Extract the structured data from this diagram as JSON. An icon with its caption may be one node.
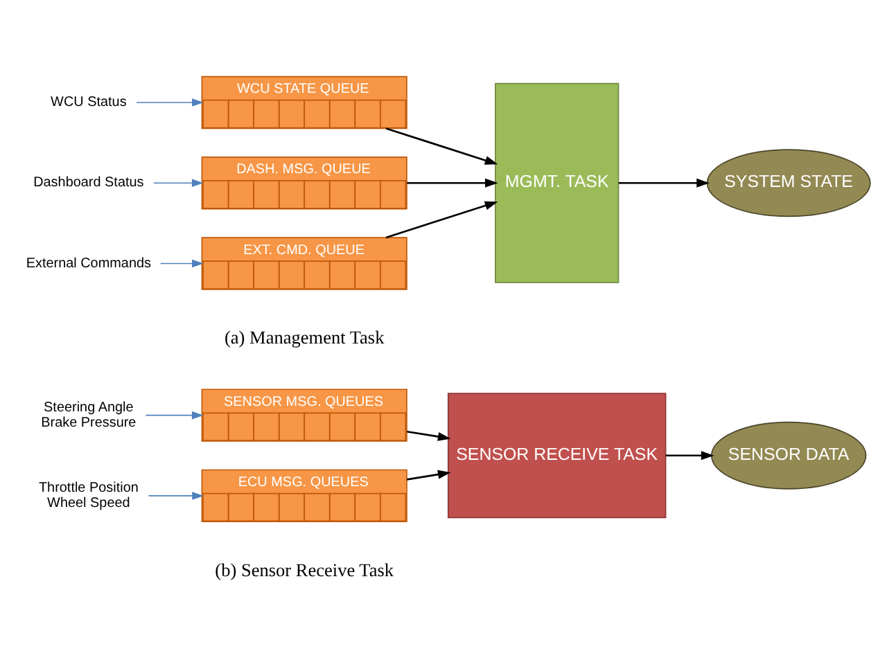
{
  "diagram": {
    "nodes": [
      {
        "text": [
          "WCU Status"
        ]
      },
      {
        "text": [
          "WCU STATE QUEUE"
        ]
      },
      {
        "text": [
          "Dashboard Status"
        ]
      },
      {
        "text": [
          "DASH. MSG. QUEUE"
        ]
      },
      {
        "text": [
          "External Commands"
        ]
      },
      {
        "text": [
          "EXT. CMD. QUEUE"
        ]
      },
      {
        "text": [
          "MGMT. TASK"
        ]
      },
      {
        "text": [
          "SYSTEM STATE"
        ]
      },
      {
        "text": [
          "Steering Angle",
          "Brake Pressure"
        ]
      },
      {
        "text": [
          "SENSOR MSG. QUEUES"
        ]
      },
      {
        "text": [
          "Throttle Position",
          "Wheel Speed"
        ]
      },
      {
        "text": [
          "ECU MSG. QUEUES"
        ]
      },
      {
        "text": [
          "SENSOR RECEIVE TASK"
        ]
      },
      {
        "text": [
          "SENSOR DATA"
        ]
      }
    ],
    "edges": [
      {
        "from": 0,
        "to": 1,
        "arrow": "to",
        "color": "#4f81bd"
      },
      {
        "from": 2,
        "to": 3,
        "arrow": "to",
        "color": "#4f81bd"
      },
      {
        "from": 4,
        "to": 5,
        "arrow": "to",
        "color": "#4f81bd"
      },
      {
        "from": 1,
        "to": 6,
        "arrow": "to"
      },
      {
        "from": 3,
        "to": 6,
        "arrow": "to"
      },
      {
        "from": 5,
        "to": 6,
        "arrow": "to"
      },
      {
        "from": 6,
        "to": 7,
        "arrow": "to"
      },
      {
        "from": 8,
        "to": 9,
        "arrow": "to",
        "color": "#4f81bd"
      },
      {
        "from": 10,
        "to": 11,
        "arrow": "to",
        "color": "#4f81bd"
      },
      {
        "from": 9,
        "to": 12,
        "arrow": "to"
      },
      {
        "from": 11,
        "to": 12,
        "arrow": "to"
      },
      {
        "from": 12,
        "to": 13,
        "arrow": "to"
      }
    ],
    "labels": [
      "(a) Management Task",
      "(b) Sensor Receive Task"
    ]
  }
}
